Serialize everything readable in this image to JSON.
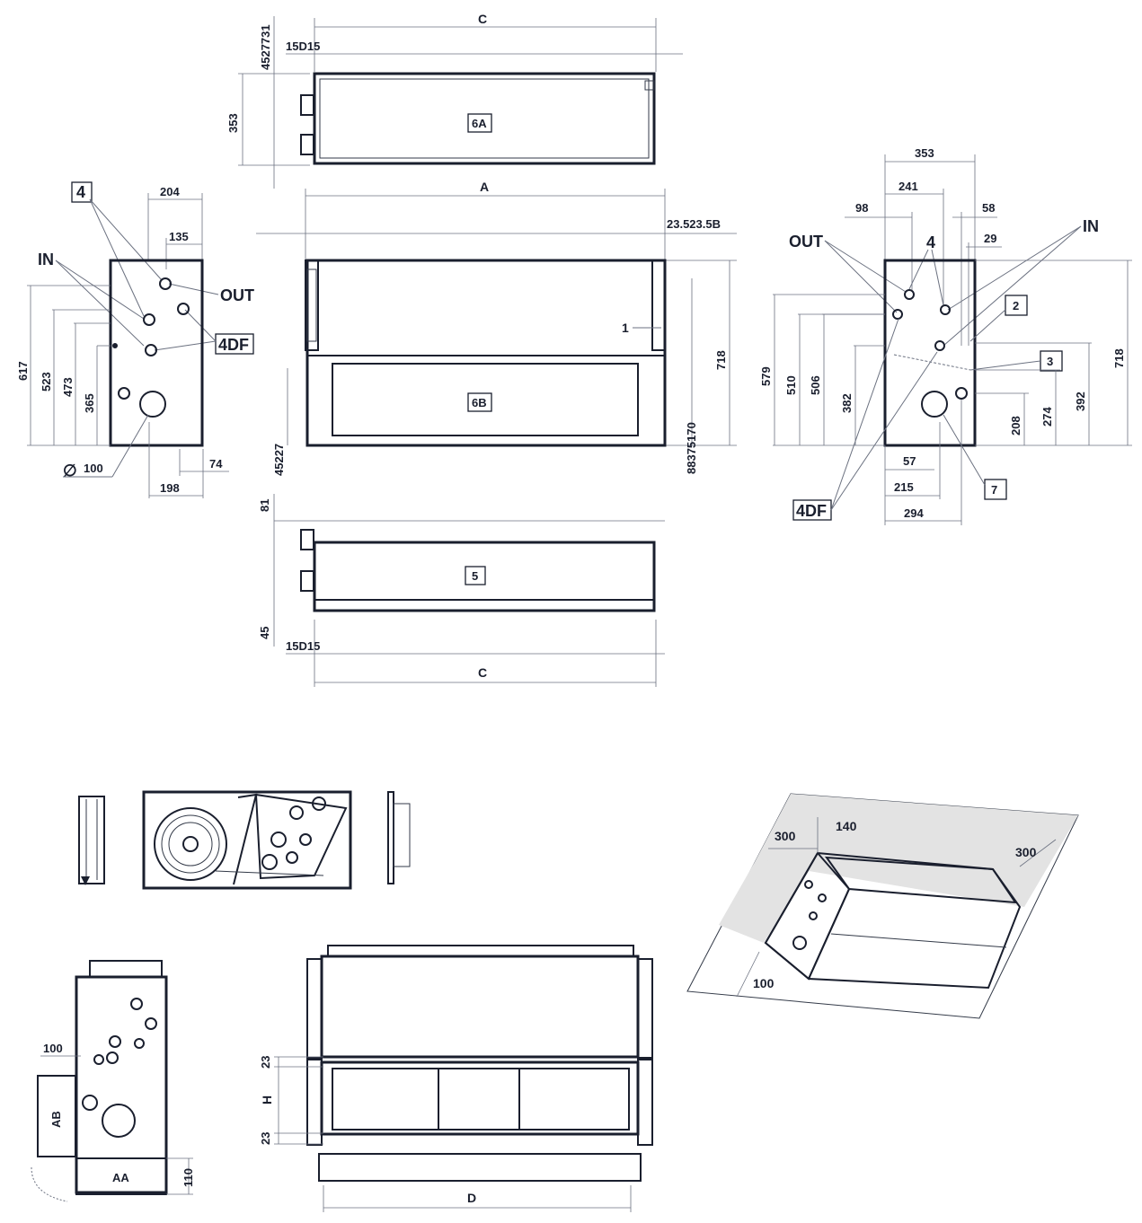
{
  "top_view": {
    "dim_width": "C",
    "dim_top_left": "4527731",
    "dim_offset": "15D15",
    "dim_height": "353",
    "panel_tag": "6A"
  },
  "front_view": {
    "dim_width": "A",
    "dim_right_top": "23.523.5B",
    "dim_height": "718",
    "dim_bottom_right": "88375170",
    "dim_bottom_left": "45227",
    "callout_1": "1",
    "panel_tag": "6B"
  },
  "bottom_view": {
    "dim_top": "81",
    "dim_bottom": "45",
    "dim_offset": "15D15",
    "dim_width": "C",
    "panel_tag": "5"
  },
  "left_view": {
    "tag_4": "4",
    "label_in": "IN",
    "label_out": "OUT",
    "label_4df": "4DF",
    "dims": [
      "204",
      "135",
      "617",
      "523",
      "473",
      "365",
      "74",
      "198"
    ],
    "dia_symbol": "∅",
    "dia_value": "100"
  },
  "right_view": {
    "dims_top": [
      "353",
      "241",
      "98",
      "58",
      "29"
    ],
    "label_out": "OUT",
    "label_4": "4",
    "label_in": "IN",
    "tags": [
      "2",
      "3",
      "7"
    ],
    "label_4df": "4DF",
    "dims_left": [
      "579",
      "510",
      "506",
      "382"
    ],
    "dims_right": [
      "208",
      "274",
      "392",
      "718"
    ],
    "dims_bottom": [
      "57",
      "215",
      "294"
    ]
  },
  "iso_view": {
    "clear_left": "300",
    "clear_top": "140",
    "clear_right": "300",
    "clear_bottom": "100"
  },
  "side_access_view": {
    "dim_100": "100",
    "label_ab": "AB",
    "label_aa": "AA",
    "dim_110": "110"
  },
  "front_access_view": {
    "dim_top": "23",
    "dim_h": "H",
    "dim_bottom": "23",
    "dim_width": "D"
  }
}
